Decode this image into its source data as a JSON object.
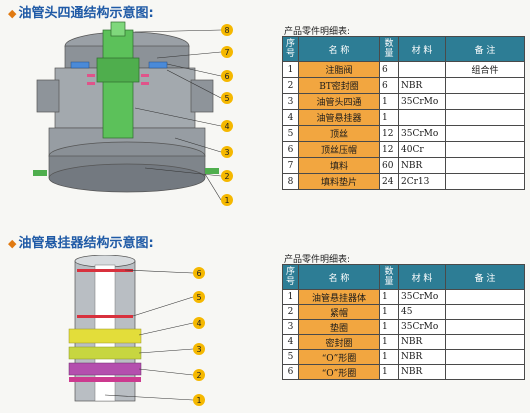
{
  "section1": {
    "title": "油管头四通结构示意图:",
    "table_caption": "产品零件明细表:",
    "headers": {
      "seq_top": "序",
      "seq_bottom": "号",
      "name": "名 称",
      "qty_top": "数",
      "qty_bottom": "量",
      "material": "材 料",
      "note": "备 注"
    },
    "rows": [
      {
        "seq": "1",
        "name": "注脂阀",
        "qty": "6",
        "material": "",
        "note": "组合件"
      },
      {
        "seq": "2",
        "name": "BT密封圈",
        "qty": "6",
        "material": "NBR",
        "note": ""
      },
      {
        "seq": "3",
        "name": "油管头四通",
        "qty": "1",
        "material": "35CrMo",
        "note": ""
      },
      {
        "seq": "4",
        "name": "油管悬挂器",
        "qty": "1",
        "material": "",
        "note": ""
      },
      {
        "seq": "5",
        "name": "顶丝",
        "qty": "12",
        "material": "35CrMo",
        "note": ""
      },
      {
        "seq": "6",
        "name": "顶丝压帽",
        "qty": "12",
        "material": "40Cr",
        "note": ""
      },
      {
        "seq": "7",
        "name": "填料",
        "qty": "60",
        "material": "NBR",
        "note": ""
      },
      {
        "seq": "8",
        "name": "填料垫片",
        "qty": "24",
        "material": "2Cr13",
        "note": ""
      }
    ],
    "callouts": [
      "8",
      "7",
      "6",
      "5",
      "4",
      "3",
      "2",
      "1"
    ]
  },
  "section2": {
    "title": "油管悬挂器结构示意图:",
    "table_caption": "产品零件明细表:",
    "headers": {
      "seq_top": "序",
      "seq_bottom": "号",
      "name": "名 称",
      "qty_top": "数",
      "qty_bottom": "量",
      "material": "材 料",
      "note": "备 注"
    },
    "rows": [
      {
        "seq": "1",
        "name": "油管悬挂器体",
        "qty": "1",
        "material": "35CrMo",
        "note": ""
      },
      {
        "seq": "2",
        "name": "紧帽",
        "qty": "1",
        "material": "45",
        "note": ""
      },
      {
        "seq": "3",
        "name": "垫圈",
        "qty": "1",
        "material": "35CrMo",
        "note": ""
      },
      {
        "seq": "4",
        "name": "密封圈",
        "qty": "1",
        "material": "NBR",
        "note": ""
      },
      {
        "seq": "5",
        "name": "“O”形圈",
        "qty": "1",
        "material": "NBR",
        "note": ""
      },
      {
        "seq": "6",
        "name": "“O”形圈",
        "qty": "1",
        "material": "NBR",
        "note": ""
      }
    ],
    "callouts": [
      "6",
      "5",
      "4",
      "3",
      "2",
      "1"
    ]
  },
  "colors": {
    "header": "#2d7d95",
    "name_cell": "#f2a640",
    "title": "#1f5aa6",
    "callout": "#f5b800"
  }
}
